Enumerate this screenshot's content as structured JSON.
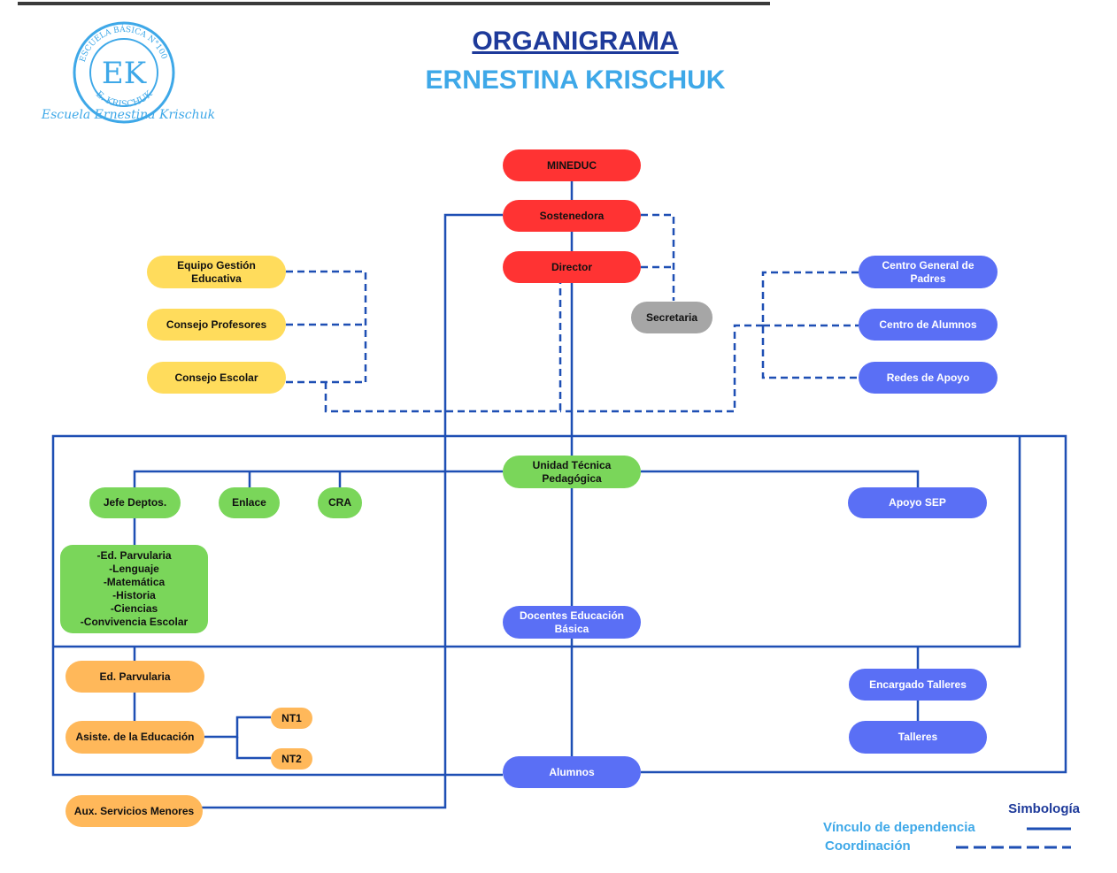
{
  "header": {
    "title": "ORGANIGRAMA",
    "subtitle": "ERNESTINA KRISCHUK"
  },
  "logo": {
    "ring_text_top": "ESCUELA BÁSICA N°100",
    "ring_text_bottom": "E. KRISCHUK",
    "monogram": "EK",
    "caption": "Escuela Ernestina Krischuk"
  },
  "nodes": {
    "mineduc": "MINEDUC",
    "sostenedora": "Sostenedora",
    "director": "Director",
    "secretaria": "Secretaria",
    "equipo_gestion": "Equipo Gestión Educativa",
    "consejo_profesores": "Consejo Profesores",
    "consejo_escolar": "Consejo Escolar",
    "centro_padres": "Centro General de Padres",
    "centro_alumnos": "Centro de Alumnos",
    "redes_apoyo": "Redes de Apoyo",
    "utp": "Unidad Técnica Pedagógica",
    "jefe_deptos": "Jefe Deptos.",
    "enlace": "Enlace",
    "cra": "CRA",
    "apoyo_sep": "Apoyo SEP",
    "departamentos": [
      "-Ed. Parvularia",
      "-Lenguaje",
      "-Matemática",
      "-Historia",
      "-Ciencias",
      "-Convivencia Escolar"
    ],
    "docentes": "Docentes Educación Básica",
    "ed_parvularia": "Ed. Parvularia",
    "asistentes": "Asiste. de la Educación",
    "nt1": "NT1",
    "nt2": "NT2",
    "encargado_talleres": "Encargado Talleres",
    "talleres": "Talleres",
    "alumnos": "Alumnos",
    "aux_servicios": "Aux. Servicios Menores"
  },
  "legend": {
    "title": "Simbología",
    "dependency": "Vínculo de dependencia",
    "coordination": "Coordinación"
  },
  "colors": {
    "line": "#1e4fb4",
    "title_dark_blue": "#1e3a9a",
    "title_light_blue": "#3ea8e8",
    "red": "#ff3333",
    "gray": "#a6a6a6",
    "yellow": "#ffdc5c",
    "blue": "#5a6ff5",
    "green": "#7ad65a",
    "orange": "#ffb85a"
  }
}
